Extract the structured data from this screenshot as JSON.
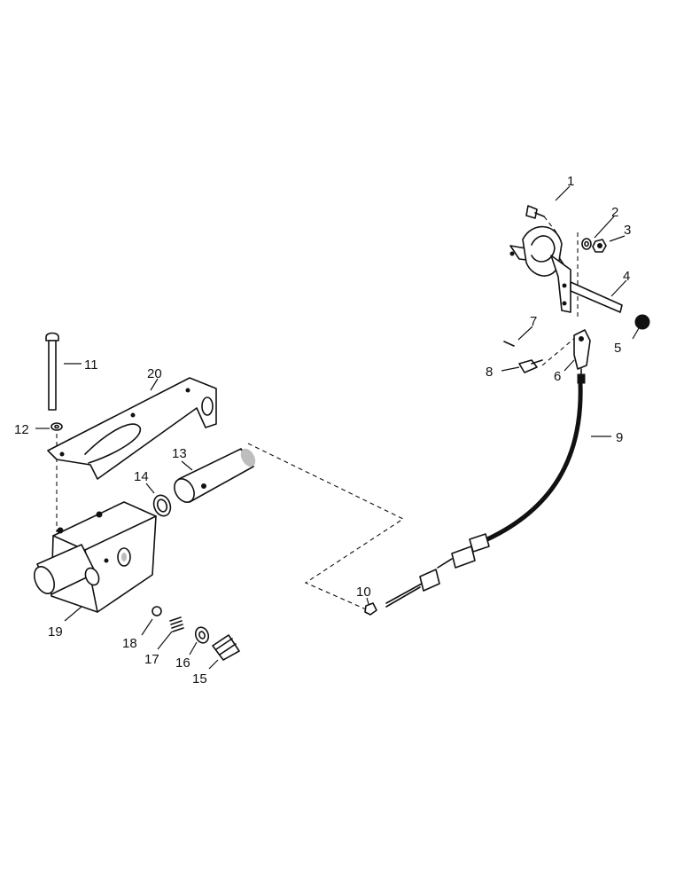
{
  "callouts": {
    "p1": "1",
    "p2": "2",
    "p3": "3",
    "p4": "4",
    "p5": "5",
    "p6": "6",
    "p7": "7",
    "p8": "8",
    "p9": "9",
    "p10": "10",
    "p11": "11",
    "p12": "12",
    "p13": "13",
    "p14": "14",
    "p15": "15",
    "p16": "16",
    "p17": "17",
    "p18": "18",
    "p19": "19",
    "p20": "20"
  }
}
